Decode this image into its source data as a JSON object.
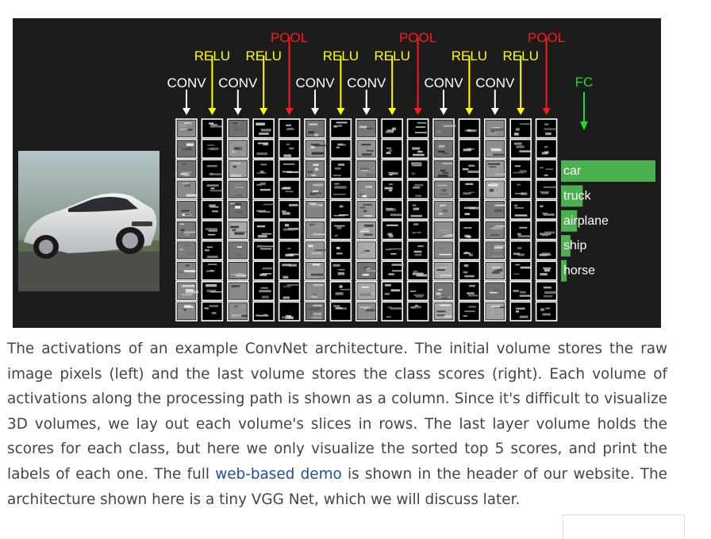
{
  "diagram": {
    "layer_labels": [
      {
        "text": "CONV",
        "kind": "conv"
      },
      {
        "text": "RELU",
        "kind": "relu"
      },
      {
        "text": "CONV",
        "kind": "conv"
      },
      {
        "text": "RELU",
        "kind": "relu"
      },
      {
        "text": "POOL",
        "kind": "pool"
      },
      {
        "text": "CONV",
        "kind": "conv"
      },
      {
        "text": "RELU",
        "kind": "relu"
      },
      {
        "text": "CONV",
        "kind": "conv"
      },
      {
        "text": "RELU",
        "kind": "relu"
      },
      {
        "text": "POOL",
        "kind": "pool"
      },
      {
        "text": "CONV",
        "kind": "conv"
      },
      {
        "text": "RELU",
        "kind": "relu"
      },
      {
        "text": "CONV",
        "kind": "conv"
      },
      {
        "text": "RELU",
        "kind": "relu"
      },
      {
        "text": "POOL",
        "kind": "pool"
      }
    ],
    "fc_label": "FC",
    "colors": {
      "conv": "#ffffff",
      "relu": "#ffff00",
      "pool": "#ff1a1a",
      "fc": "#22dd22",
      "score_bar": "#4caf50",
      "background": "#1c1c1c"
    },
    "input_image": "car-photo",
    "scores": [
      {
        "label": "car",
        "value": 1.0
      },
      {
        "label": "truck",
        "value": 0.23
      },
      {
        "label": "airplane",
        "value": 0.17
      },
      {
        "label": "ship",
        "value": 0.1
      },
      {
        "label": "horse",
        "value": 0.06
      }
    ]
  },
  "caption": {
    "text_before_link": "The activations of an example ConvNet architecture. The initial volume stores the raw image pixels (left) and the last volume stores the class scores (right). Each volume of activations along the processing path is shown as a column. Since it's difficult to visualize 3D volumes, we lay out each volume's slices in rows. The last layer volume holds the scores for each class, but here we only visualize the sorted top 5 scores, and print the labels of each one. The full ",
    "link_text": "web-based demo",
    "text_after_link": " is shown in the header of our website. The architecture shown here is a tiny VGG Net, which we will discuss later."
  }
}
